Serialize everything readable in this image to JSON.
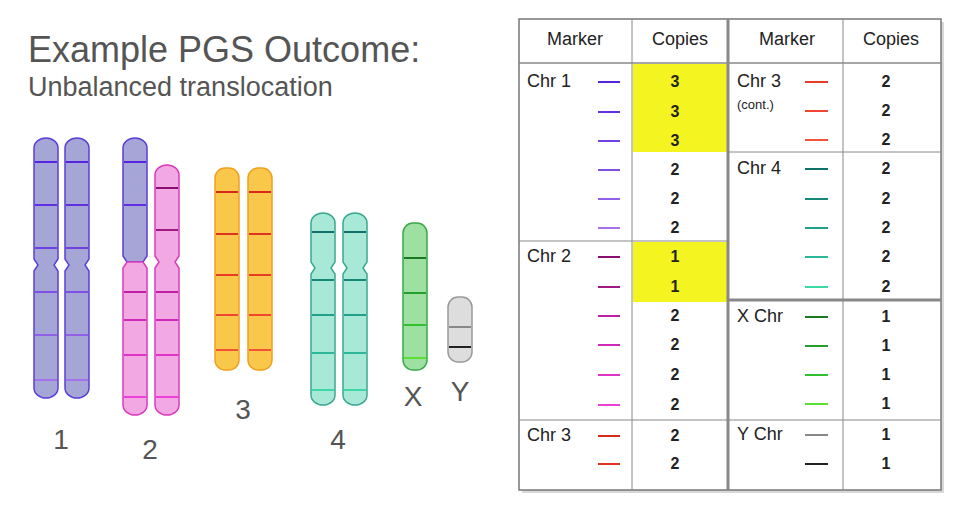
{
  "diagram": {
    "title": "Example PGS Outcome:",
    "labels": [
      "Unbalanced translocation",
      "1",
      "2",
      "3",
      "4",
      "X",
      "Y",
      "Marker",
      "Copies",
      "Marker",
      "Copies",
      "Chr 1",
      "3",
      "3",
      "3",
      "2",
      "2",
      "2",
      "Chr 2",
      "1",
      "1",
      "2",
      "2",
      "2",
      "2",
      "Chr 3",
      "2",
      "2",
      "Chr 3",
      "(cont.)",
      "2",
      "2",
      "2",
      "Chr 4",
      "2",
      "2",
      "2",
      "2",
      "2",
      "X Chr",
      "1",
      "1",
      "1",
      "1",
      "Y Chr",
      "1",
      "1"
    ]
  }
}
